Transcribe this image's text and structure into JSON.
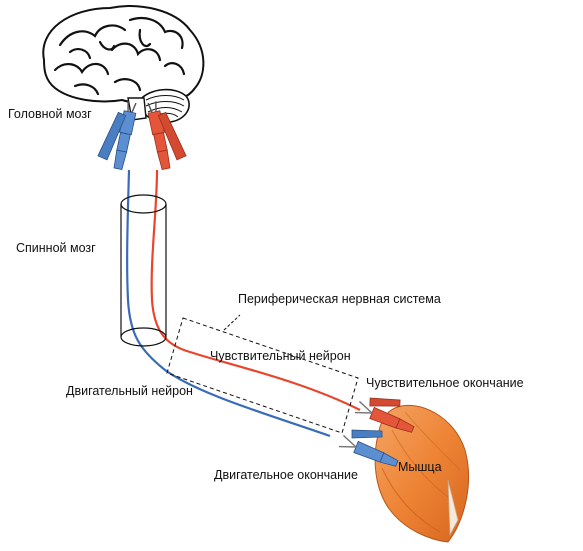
{
  "labels": {
    "brain": "Головной мозг",
    "spinal_cord": "Спинной мозг",
    "pns": "Периферическая нервная система",
    "sensory_neuron": "Чувствительный нейрон",
    "sensory_ending": "Чувствительное окончание",
    "motor_neuron": "Двигательный нейрон",
    "motor_ending": "Двигательное окончание",
    "muscle": "Мышца"
  },
  "colors": {
    "sensory": "#e8452c",
    "motor": "#3a6bb8",
    "clip_blue": "#5b8fd1",
    "clip_red": "#e4553a",
    "muscle": "#f08a3c",
    "outline": "#111111"
  }
}
